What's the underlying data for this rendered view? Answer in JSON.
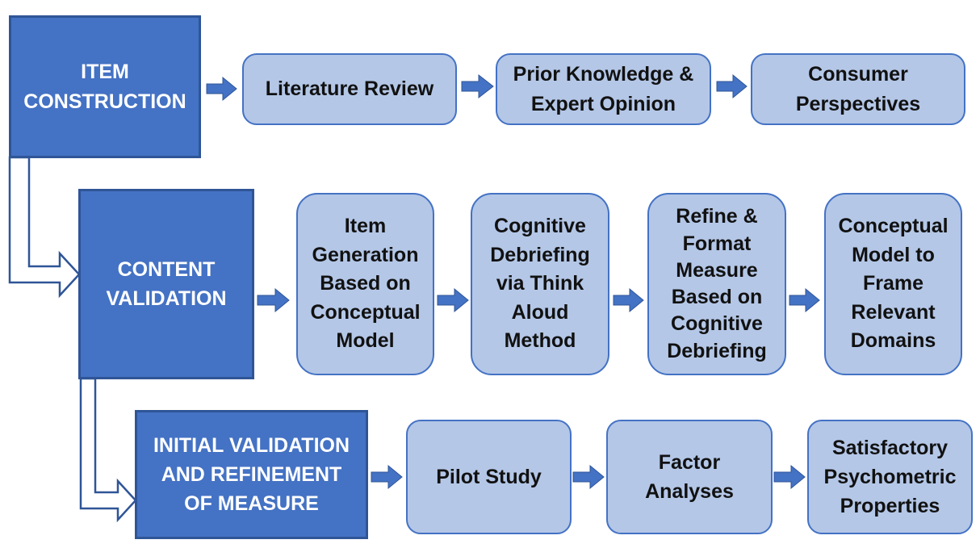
{
  "stages": [
    {
      "label": "ITEM\nCONSTRUCTION",
      "steps": [
        "Literature Review",
        "Prior Knowledge &\nExpert Opinion",
        "Consumer\nPerspectives"
      ]
    },
    {
      "label": "CONTENT\nVALIDATION",
      "steps": [
        "Item\nGeneration\nBased on\nConceptual\nModel",
        "Cognitive\nDebriefing\nvia Think\nAloud\nMethod",
        "Refine &\nFormat\nMeasure\nBased on\nCognitive\nDebriefing",
        "Conceptual\nModel to\nFrame\nRelevant\nDomains"
      ]
    },
    {
      "label": "INITIAL VALIDATION\nAND REFINEMENT\nOF MEASURE",
      "steps": [
        "Pilot Study",
        "Factor\nAnalyses",
        "Satisfactory\nPsychometric\nProperties"
      ]
    }
  ],
  "colors": {
    "stage_fill": "#4472c4",
    "stage_border": "#2f5597",
    "step_fill": "#b4c7e7",
    "step_border": "#4472c4",
    "arrow": "#4472c4"
  }
}
